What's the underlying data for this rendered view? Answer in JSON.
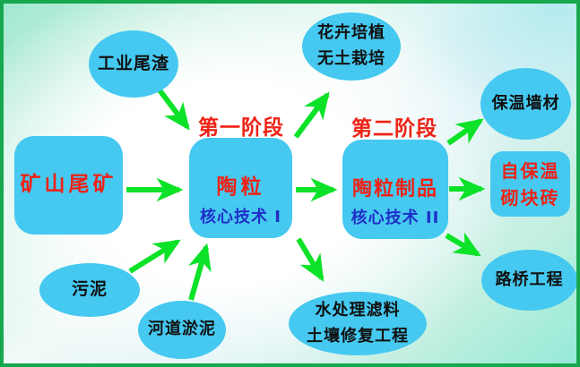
{
  "diagram": {
    "stage1_label": "第一阶段",
    "stage2_label": "第二阶段",
    "nodes": {
      "industrial_slag": {
        "label": "工业尾渣"
      },
      "mine_tailings": {
        "label": "矿山尾矿"
      },
      "sludge": {
        "label": "污泥"
      },
      "river_silt": {
        "label": "河道淤泥"
      },
      "ceramsite": {
        "title": "陶粒",
        "subtitle": "核心技术 I"
      },
      "ceramsite_products": {
        "title": "陶粒制品",
        "subtitle": "核心技术 II"
      },
      "flower_cultivation": {
        "line1": "花卉培植",
        "line2": "无土栽培"
      },
      "insulation_wall": {
        "label": "保温墙材"
      },
      "self_insulating_block": {
        "line1": "自保温",
        "line2": "砌块砖"
      },
      "road_bridge": {
        "label": "路桥工程"
      },
      "water_treatment": {
        "line1": "水处理滤料",
        "line2": "土壤修复工程"
      }
    },
    "colors": {
      "node_fill": "#45c9f0",
      "arrow_green": "#0be228",
      "border_green": "#17a84e",
      "heading_red": "#ee2215",
      "tech_blue": "#1f2fc8",
      "text_black": "#101010"
    }
  }
}
